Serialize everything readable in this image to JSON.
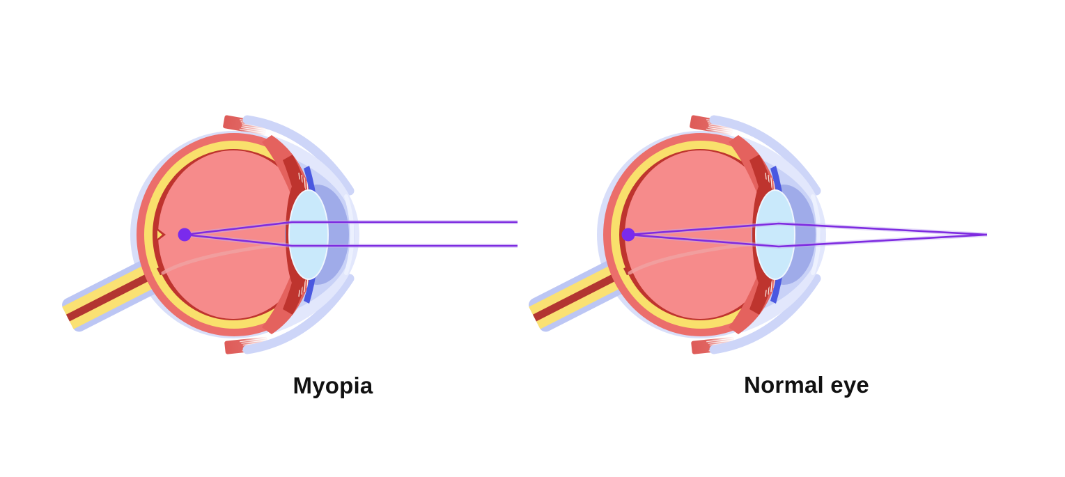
{
  "diagrams": [
    {
      "id": "myopia",
      "label": "Myopia"
    },
    {
      "id": "normal",
      "label": "Normal eye"
    }
  ],
  "colors": {
    "background": "#ffffff",
    "vitreous_pink": "#F68B8B",
    "choroid_dark_red": "#BE342E",
    "sclera_yellow": "#F9E06C",
    "sclera_outer_red": "#EB6E6B",
    "conjunctiva_lavender": "#D8DEF9",
    "conjunctiva_arc": "#CDD5F8",
    "cornea_outer": "#E2E7FC",
    "cornea_mid": "#C9D2F7",
    "anterior_chamber": "#9FABE9",
    "iris_blue": "#4A58E0",
    "lens_blue": "#C9E9FB",
    "ciliary_red": "#E4625E",
    "optic_nerve_yellow": "#FAE173",
    "optic_nerve_core": "#B23531",
    "optic_nerve_sheath": "#BCC6F4",
    "muscle_red": "#DE5B58",
    "hyaloid_line": "#F0A2A2",
    "ray_purple": "#7E2BE0",
    "ray_glow": "#C4AEF4",
    "focal_point": "#7A2BEC",
    "label_text": "#111111"
  }
}
